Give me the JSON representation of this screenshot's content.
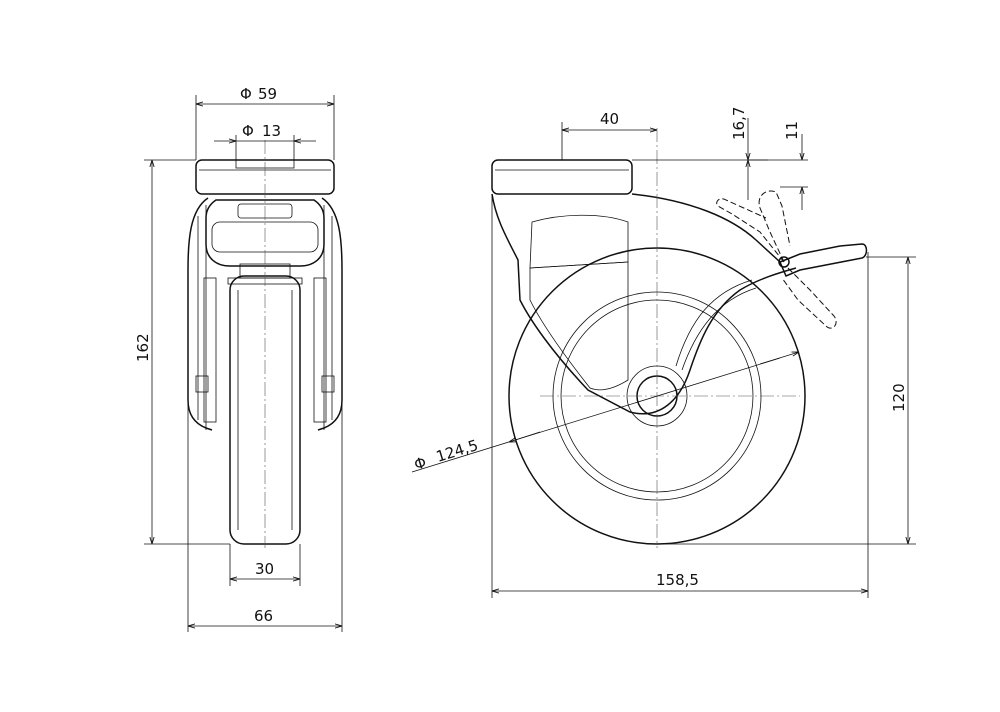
{
  "dimensions": {
    "front_width_top_dia": "59",
    "front_bolt_hole_dia": "13",
    "front_total_height": "162",
    "front_wheel_width": "30",
    "front_total_width": "66",
    "side_offset": "40",
    "side_brake_height_1": "16,7",
    "side_brake_height_2": "11",
    "side_wheel_dia": "124,5",
    "side_axle_height": "120",
    "side_total_length": "158,5"
  },
  "symbols": {
    "diameter": "Φ"
  }
}
